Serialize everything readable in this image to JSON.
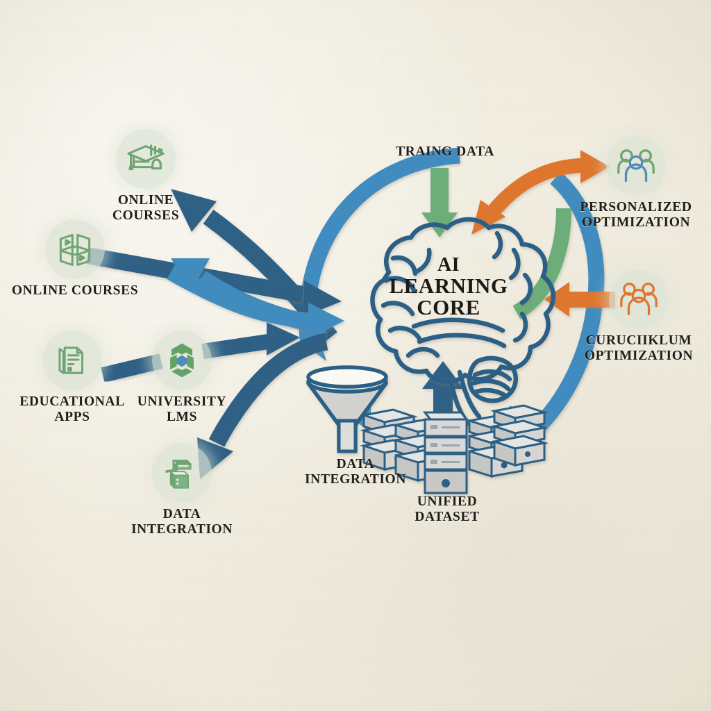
{
  "diagram": {
    "title": "AI Learning Core data flow diagram",
    "background_color": "#f4f1e6",
    "center": {
      "label_line1": "AI",
      "label_line2": "LEARNING",
      "label_line3": "CORE",
      "icon": "brain-icon",
      "outline_color": "#2b5f86"
    },
    "sources": [
      {
        "id": "online-courses-top",
        "label_line1": "ONLINE",
        "label_line2": "COURSES",
        "icon": "graduation-cap-icon",
        "icon_color": "#6fa572"
      },
      {
        "id": "online-courses-left",
        "label_line1": "ONLINE COURSES",
        "label_line2": "",
        "icon": "network-nodes-icon",
        "icon_color": "#6fa572"
      },
      {
        "id": "educational-apps",
        "label_line1": "EDUCATIONAL",
        "label_line2": "APPS",
        "icon": "documents-icon",
        "icon_color": "#6fa572"
      },
      {
        "id": "university-lms",
        "label_line1": "UNIVERSITY",
        "label_line2": "LMS",
        "icon": "hexagon-module-icon",
        "icon_color": "#63a266"
      },
      {
        "id": "data-integration-left",
        "label_line1": "DATA",
        "label_line2": "INTEGRATION",
        "icon": "server-box-icon",
        "icon_color": "#6fa572"
      }
    ],
    "outputs": [
      {
        "id": "personalized-optimization",
        "label_line1": "PERSONALIZED",
        "label_line2": "OPTIMIZATION",
        "icon": "people-group-icon",
        "icon_color": "#6fa572"
      },
      {
        "id": "curriculum-optimization",
        "label_line1": "CURUCIIKLUM",
        "label_line2": "OPTIMIZATION",
        "icon": "people-group-icon",
        "icon_color": "#e0762f"
      }
    ],
    "process_labels": {
      "training_data": "TRAING DATA",
      "data_integration": "DATA INTEGRATION",
      "unified_dataset": "UNIFIED DATASET"
    },
    "icons": {
      "funnel": "funnel-icon",
      "servers": "server-stack-icon"
    },
    "palette": {
      "dark_blue": "#2d6186",
      "mid_blue": "#3f8cc0",
      "green": "#6cae79",
      "orange": "#e0762f",
      "navy_outline": "#2b5f86",
      "grey_fill": "#c9c9c7",
      "icon_disc": "#dce5d6",
      "text": "#201d19"
    }
  }
}
